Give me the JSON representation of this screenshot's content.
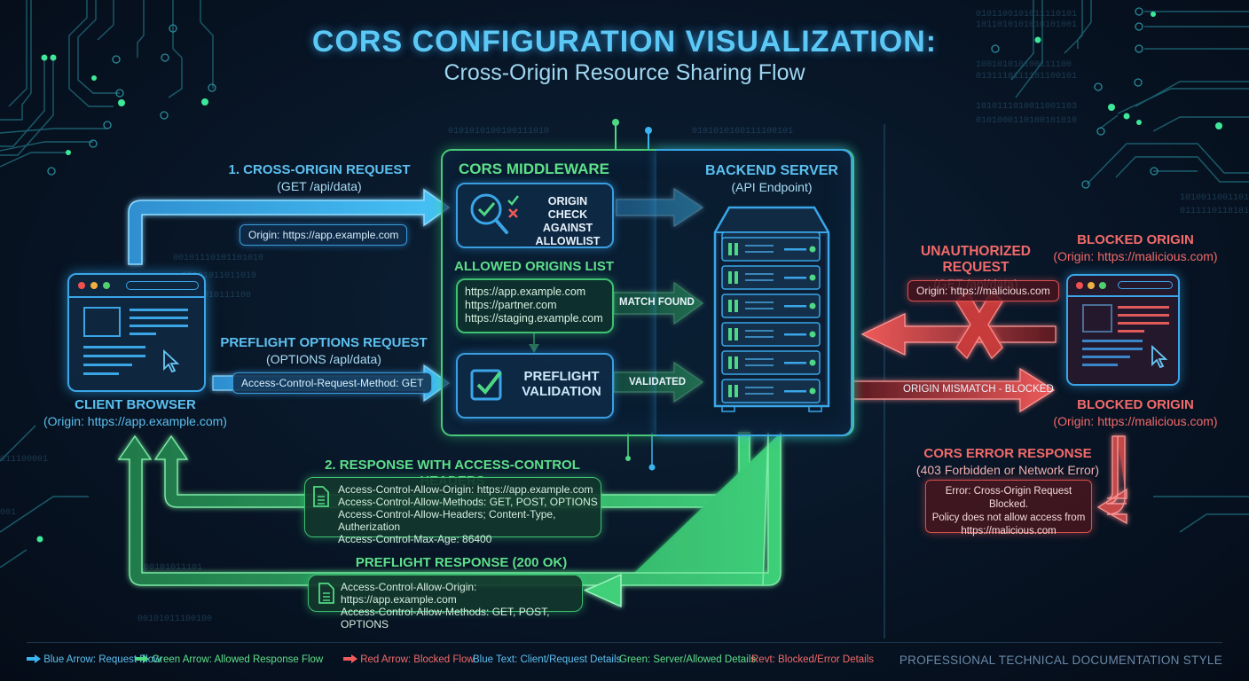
{
  "title": "CORS CONFIGURATION VISUALIZATION:",
  "subtitle": "Cross-Origin Resource Sharing Flow",
  "client": {
    "label": "CLIENT BROWSER",
    "origin": "(Origin: https://app.example.com)"
  },
  "request": {
    "label": "1. CROSS-ORIGIN REQUEST",
    "method": "(GET /api/data)",
    "origin_header": "Origin: https://app.example.com"
  },
  "preflight_request": {
    "label": "PREFLIGHT OPTIONS REQUEST",
    "method": "(OPTIONS /apl/data)",
    "header": "Access-Control-Request-Method: GET"
  },
  "middleware": {
    "title": "CORS MIDDLEWARE",
    "origin_check": [
      "ORIGIN CHECK",
      "AGAINST",
      "ALLOWLIST"
    ],
    "allowed_title": "ALLOWED ORIGINS LIST",
    "allowed_origins": [
      "https://app.example.com",
      "https://partner.com",
      "https://staging.example.com"
    ],
    "match_label": "MATCH FOUND",
    "preflight_validation": [
      "PREFLIGHT",
      "VALIDATION"
    ],
    "validated_label": "VALIDATED"
  },
  "server": {
    "title": "BACKEND SERVER",
    "subtitle": "(API Endpoint)",
    "rack_units": 6
  },
  "response": {
    "label": "2. RESPONSE WITH ACCESS-CONTROL HEADERS",
    "headers": [
      "Access-Control-Allow-Origin: https://app.example.com",
      "Access-Control-Allow-Methods: GET, POST, OPTIONS",
      "Access-Control-Allow-Headers; Content-Type, Autherization",
      "Access-Control-Max-Age: 86400"
    ]
  },
  "preflight_response": {
    "label": "PREFLIGHT RESPONSE (200 OK)",
    "headers": [
      "Access-Control-Allow-Origin: https://app.example.com",
      "Access-Control-Allow-Methods: GET, POST, OPTIONS"
    ]
  },
  "blocked": {
    "top_label": "BLOCKED ORIGIN",
    "top_origin": "(Origin: https://malicious.com)",
    "bottom_label": "BLOCKED ORIGIN",
    "bottom_origin": "(Origin: https://malicious.com)",
    "request_label": "UNAUTHORIZED REQUEST",
    "request_method": "(GET /api/data)",
    "origin_header": "Origin: https://malicious.com",
    "mismatch_label": "ORIGIN MISMATCH - BLOCKED",
    "error_title": "CORS ERROR RESPONSE",
    "error_subtitle": "(403 Forbidden or Network Error)",
    "error_message": [
      "Error: Cross-Origin Request Blocked.",
      "Policy does not allow access from",
      "https://malicious.com"
    ]
  },
  "legend": {
    "items": [
      {
        "icon": "blue-arrow-icon",
        "label": "Blue Arrow: Request Flow",
        "color": "#5cc0f0"
      },
      {
        "icon": "green-arrow-icon",
        "label": "Green Arrow: Allowed Response Flow",
        "color": "#5ee08a"
      },
      {
        "icon": "red-arrow-icon",
        "label": "Red Arrow: Blocked Flow",
        "color": "#f26a6a"
      },
      {
        "label": "Blue Text: Client/Request Details",
        "color": "#5cc0f0"
      },
      {
        "label": "Green: Server/Allowed Details",
        "color": "#5ee08a"
      },
      {
        "label": "Revt: Blocked/Error Details",
        "color": "#f26a6a"
      }
    ],
    "style_note": "PROFESSIONAL TECHNICAL DOCUMENTATION STYLE"
  },
  "colors": {
    "request_blue": "#3ab4f0",
    "allowed_green": "#4fd884",
    "blocked_red": "#f05a5a",
    "background": "#06101f"
  }
}
